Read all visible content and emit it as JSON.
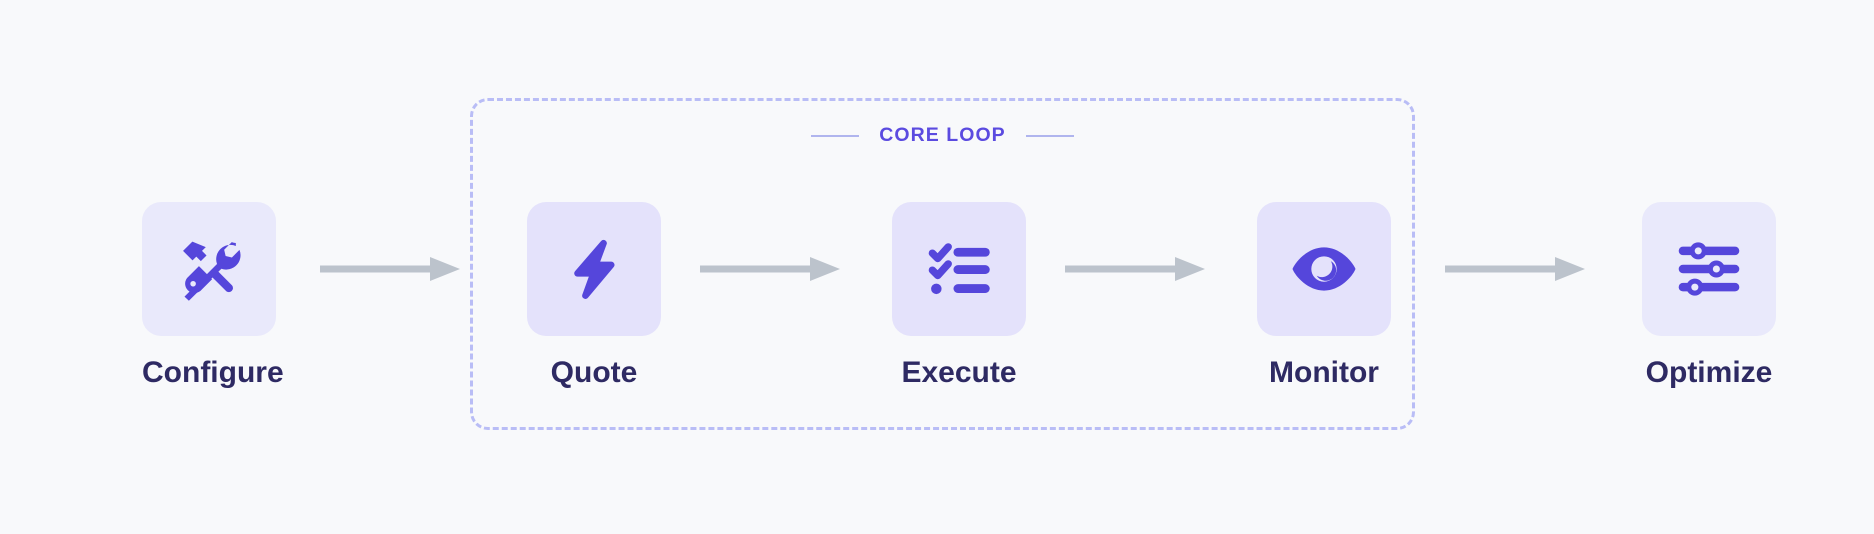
{
  "canvas": {
    "background_color": "#f8f9fb",
    "accent_color": "#5b4be0",
    "tile_color": "#e9e9fb",
    "tile_color_highlight": "#e4e2fb",
    "label_color": "#2e2a63",
    "arrow_color": "#bcc3cc",
    "dashed_border_color": "#b9bdf6"
  },
  "core_loop": {
    "caption": "CORE LOOP",
    "contains": [
      "Quote",
      "Execute",
      "Monitor"
    ]
  },
  "flow": {
    "steps": [
      {
        "id": "configure",
        "label": "Configure",
        "icon": "tools-icon",
        "in_core_loop": false
      },
      {
        "id": "quote",
        "label": "Quote",
        "icon": "lightning-bolt-icon",
        "in_core_loop": true
      },
      {
        "id": "execute",
        "label": "Execute",
        "icon": "checklist-icon",
        "in_core_loop": true
      },
      {
        "id": "monitor",
        "label": "Monitor",
        "icon": "eye-icon",
        "in_core_loop": true
      },
      {
        "id": "optimize",
        "label": "Optimize",
        "icon": "sliders-icon",
        "in_core_loop": false
      }
    ],
    "connectors": [
      {
        "from": "configure",
        "to": "quote",
        "icon": "arrow-right-icon"
      },
      {
        "from": "quote",
        "to": "execute",
        "icon": "arrow-right-icon"
      },
      {
        "from": "execute",
        "to": "monitor",
        "icon": "arrow-right-icon"
      },
      {
        "from": "monitor",
        "to": "optimize",
        "icon": "arrow-right-icon"
      }
    ]
  }
}
